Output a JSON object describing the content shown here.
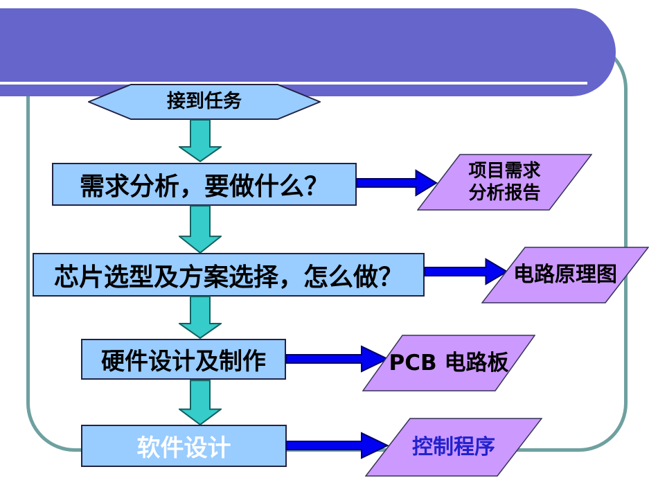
{
  "slide": {
    "type": "presentation-flowchart",
    "background_color": "#FFFFFF",
    "header_band_color": "#6665CB",
    "header_underline_color": "#FFFFFF",
    "frame_border_color": "#6FA0A0"
  },
  "colors": {
    "process_box_fill": "#99CCFF",
    "process_box_border": "#222244",
    "output_shape_fill": "#CC99FF",
    "output_shape_border": "#333355",
    "down_arrow_fill": "#36CCCA",
    "down_arrow_stroke": "#155F5F",
    "right_arrow_fill": "#0202F2",
    "right_arrow_stroke": "#000066",
    "software_box_text_color": "#FFFFFF",
    "control_program_text_color": "#2222CC"
  },
  "flowchart": {
    "start_label": "接到任务",
    "steps": [
      {
        "label": "需求分析，要做什么？"
      },
      {
        "label": "芯片选型及方案选择，怎么做？"
      },
      {
        "label": "硬件设计及制作"
      },
      {
        "label": "软件设计"
      }
    ],
    "outputs": [
      {
        "line1": "项目需求",
        "line2": "分析报告"
      },
      {
        "line1": "电路原理图"
      },
      {
        "line1": "PCB 电路板"
      },
      {
        "line1": "控制程序"
      }
    ]
  }
}
